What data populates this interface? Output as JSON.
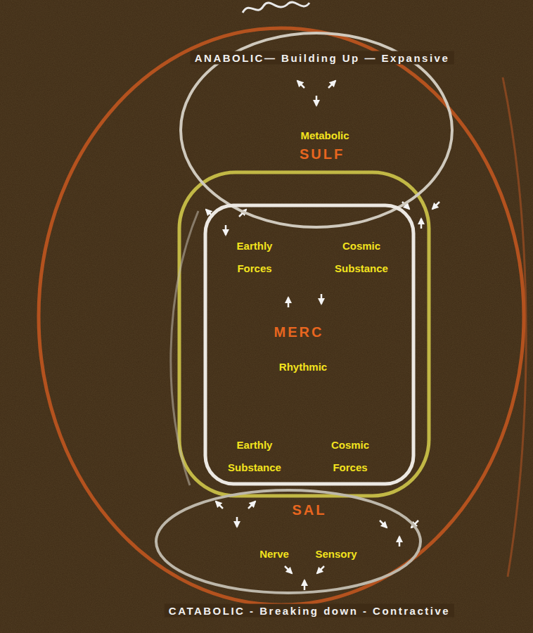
{
  "diagram": {
    "nodes": [
      {
        "text": [
          "Metabolic",
          "SULF"
        ]
      },
      {
        "text": [
          "Earthly Forces",
          "Cosmic Substance",
          "MERC",
          "Rhythmic",
          "Earthly Substance",
          "Cosmic Forces"
        ]
      },
      {
        "text": [
          "SAL",
          "Nerve",
          "Sensory"
        ]
      }
    ],
    "labels": [
      "ANABOLIC— Building Up — Expansive",
      "CATABOLIC - Breaking down - Contractive"
    ]
  }
}
